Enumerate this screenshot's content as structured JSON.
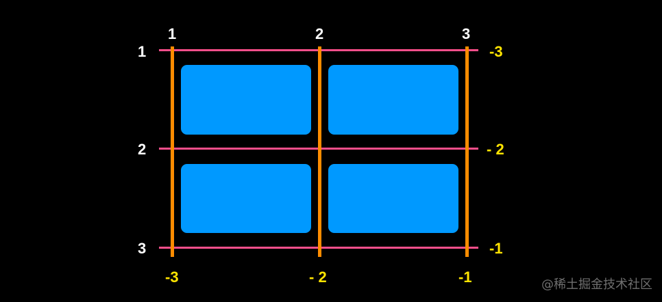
{
  "diagram": {
    "column_line_top_labels": [
      "1",
      "2",
      "3"
    ],
    "column_line_bottom_labels": [
      "-3",
      "- 2",
      "-1"
    ],
    "row_line_left_labels": [
      "1",
      "2",
      "3"
    ],
    "row_line_right_labels": [
      "-3",
      "- 2",
      "-1"
    ],
    "cells": [
      "cell-1-1",
      "cell-1-2",
      "cell-2-1",
      "cell-2-2"
    ]
  },
  "colors": {
    "background": "#000000",
    "cell_fill": "#0099ff",
    "row_line": "#ff4f8b",
    "column_line": "#ff8c00",
    "positive_label": "#ffffff",
    "negative_label": "#ffe400"
  },
  "watermark": {
    "text": "@稀土掘金技术社区"
  }
}
